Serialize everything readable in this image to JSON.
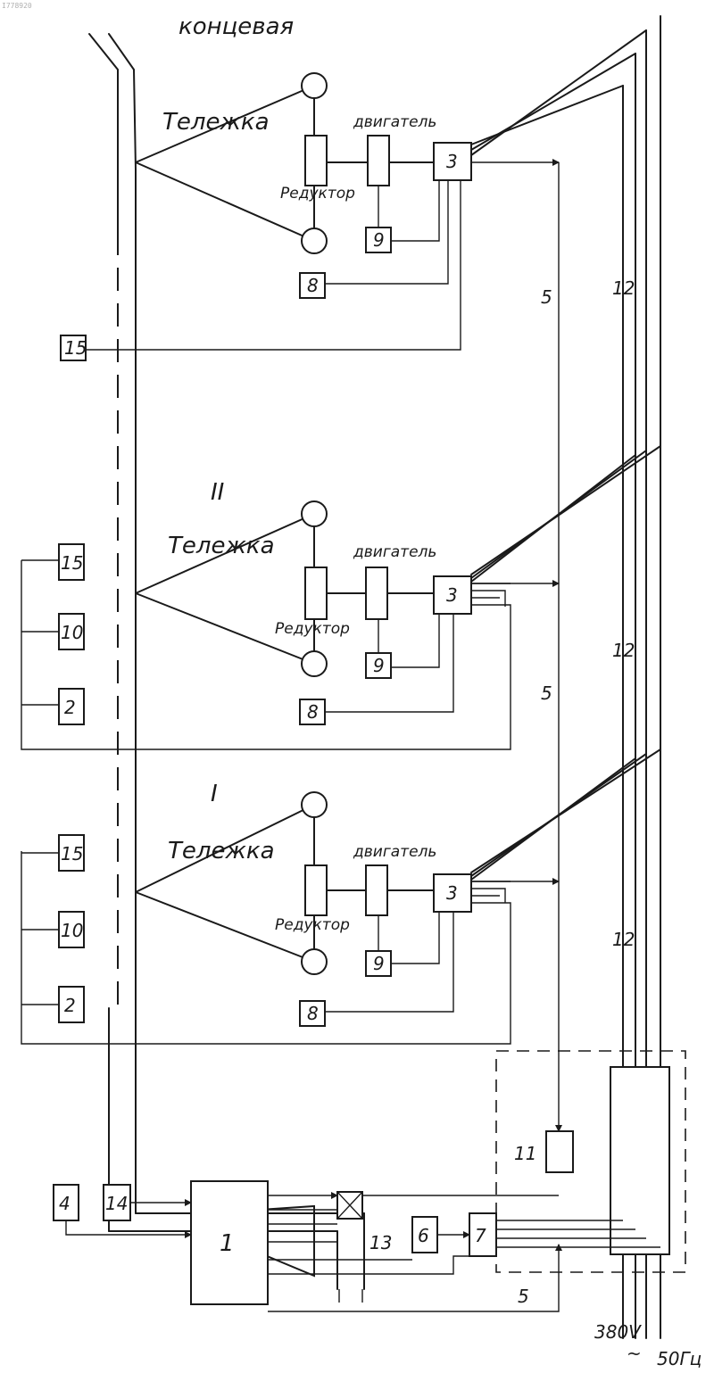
{
  "corner_code": "I778920",
  "trolleys": [
    {
      "title_line1": "Тележка",
      "title_line2": "концевая",
      "motor": "двигатель",
      "reducer": "Редуктор"
    },
    {
      "title_line1": "Тележка",
      "title_line2": "II",
      "motor": "двигатель",
      "reducer": "Редуктор"
    },
    {
      "title_line1": "Тележка",
      "title_line2": "I",
      "motor": "двигатель",
      "reducer": "Редуктор"
    }
  ],
  "numbers": {
    "n1": "1",
    "n2": "2",
    "n3": "3",
    "n4": "4",
    "n5": "5",
    "n6": "6",
    "n7": "7",
    "n8": "8",
    "n9": "9",
    "n10": "10",
    "n11": "11",
    "n12": "12",
    "n13": "13",
    "n14": "14",
    "n15": "15"
  },
  "power": {
    "voltage": "380V",
    "tilde": "~",
    "frequency": "50Гц"
  }
}
